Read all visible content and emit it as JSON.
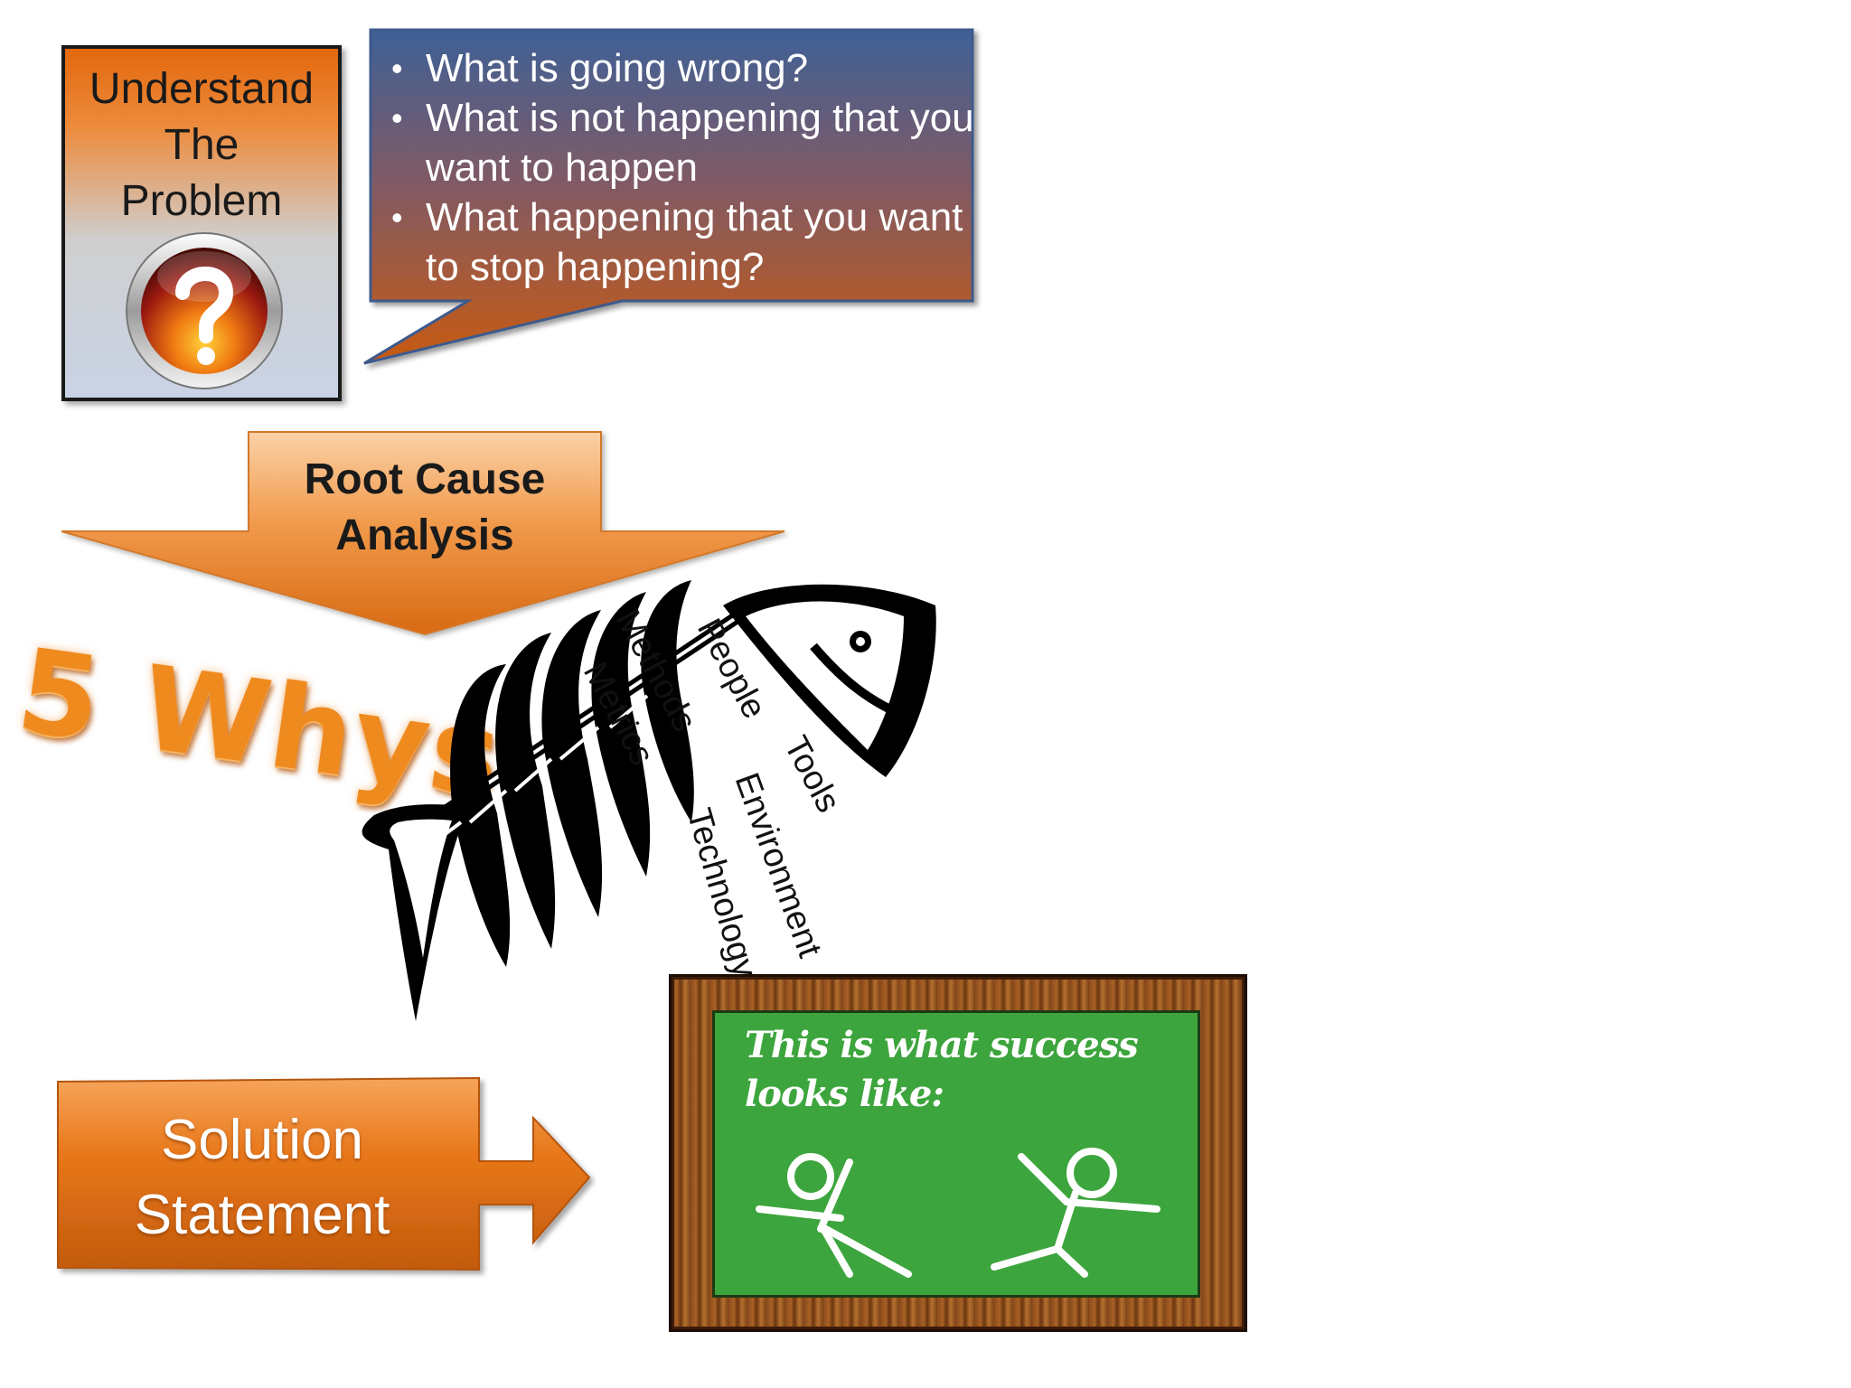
{
  "understand": {
    "title": "Understand\nThe\nProblem",
    "icon": "question-icon"
  },
  "bubble": {
    "items": [
      "What is going wrong?",
      "What is not happening that you want to happen",
      "What happening that you want to stop happening?"
    ]
  },
  "root_cause": {
    "label": "Root Cause\nAnalysis"
  },
  "five_whys": {
    "label": "5 Whys"
  },
  "fishbone": {
    "categories": [
      "Methods",
      "People",
      "Metrics",
      "Tools",
      "Environment",
      "Technology"
    ]
  },
  "solution": {
    "label": "Solution\nStatement"
  },
  "chalkboard": {
    "text": "This is what success\nlooks like:"
  },
  "colors": {
    "orange": "#e8771a",
    "bubble_top": "#3f6096",
    "bubble_bottom": "#c35a15",
    "board_green": "#3da53d"
  }
}
